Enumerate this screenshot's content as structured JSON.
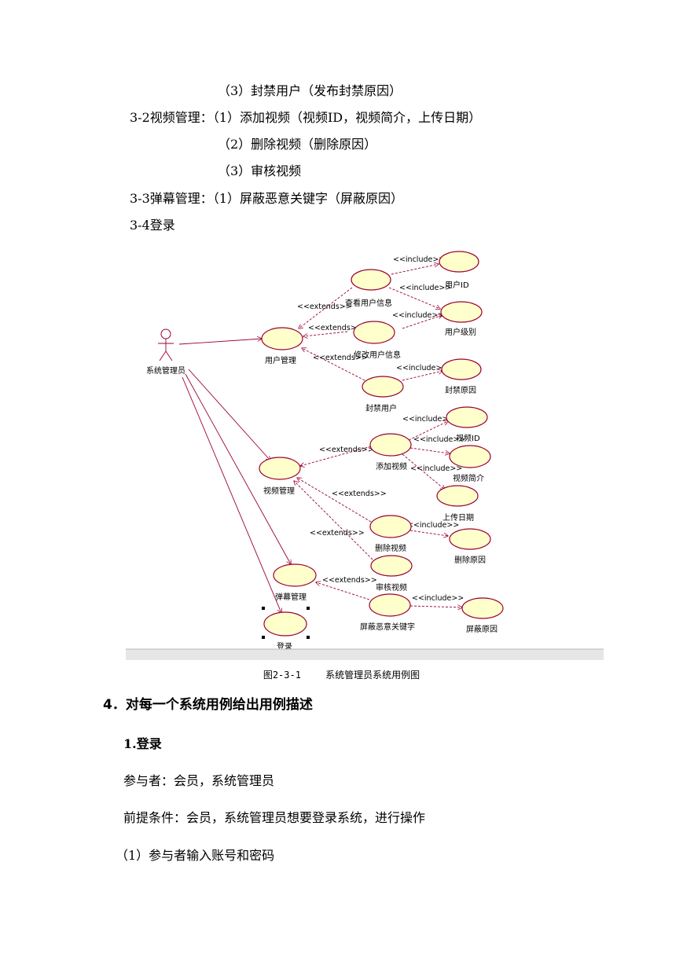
{
  "text_lines": [
    "（3）封禁用户（发布封禁原因）",
    "3-2视频管理：（1）添加视频（视频ID，视频简介，上传日期）",
    "（2）删除视频（删除原因）",
    "（3）审核视频",
    "3-3弹幕管理：（1）屏蔽恶意关键字（屏蔽原因）",
    "3-4登录"
  ],
  "diagram": {
    "actor": "系统管理员",
    "use_cases": {
      "user_mgmt": "用户管理",
      "view_user": "查看用户信息",
      "user_id": "用户ID",
      "user_level": "用户级别",
      "modify_user": "修改用户信息",
      "ban_user": "封禁用户",
      "ban_reason": "封禁原因",
      "video_mgmt": "视频管理",
      "add_video": "添加视频",
      "video_id": "视频ID",
      "video_intro": "视频简介",
      "upload_date": "上传日期",
      "delete_video": "删除视频",
      "delete_reason": "删除原因",
      "review_video": "审核视频",
      "danmaku_mgmt": "弹幕管理",
      "block_keyword": "屏蔽恶意关键字",
      "block_reason": "屏蔽原因",
      "login": "登录"
    },
    "stereotypes": {
      "include": "<<include>>",
      "extends": "<<extends>>"
    }
  },
  "caption": {
    "number": "图2-3-1",
    "title": "系统管理员系统用例图"
  },
  "section_heading": "4．对每一个系统用例给出用例描述",
  "subsection_heading": "1.登录",
  "paragraphs": [
    "参与者：会员，系统管理员",
    "前提条件：会员，系统管理员想要登录系统，进行操作",
    "（1）参与者输入账号和密码"
  ]
}
